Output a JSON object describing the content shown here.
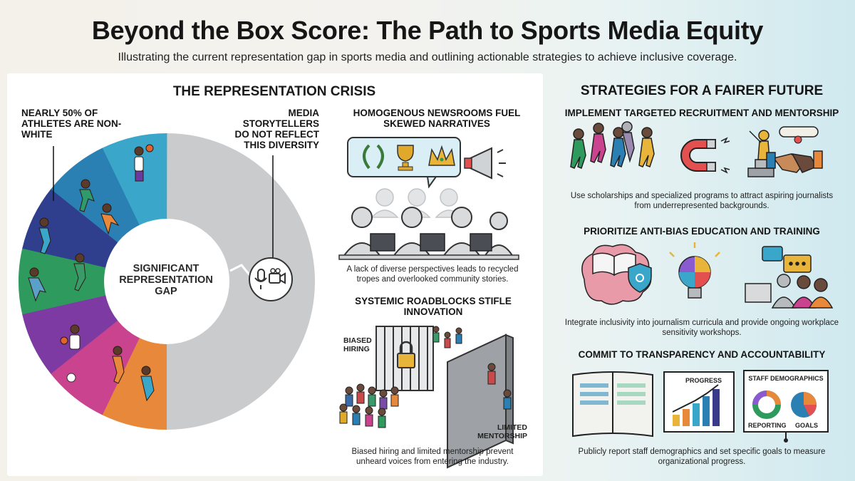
{
  "header": {
    "title": "Beyond the Box Score: The Path to Sports Media Equity",
    "subtitle": "Illustrating the current representation gap in sports media and outlining actionable strategies to achieve inclusive coverage."
  },
  "crisis": {
    "heading": "THE REPRESENTATION CRISIS",
    "callout_athletes": "NEARLY 50% OF ATHLETES ARE NON-WHITE",
    "callout_storytellers": "MEDIA STORYTELLERS DO NOT REFLECT THIS DIVERSITY",
    "center_label": "SIGNIFICANT REPRESENTATION GAP",
    "newsrooms": {
      "heading": "HOMOGENOUS NEWSROOMS FUEL SKEWED NARRATIVES",
      "description": "A lack of diverse perspectives leads to recycled tropes and overlooked community stories."
    },
    "roadblocks": {
      "heading": "SYSTEMIC ROADBLOCKS STIFLE INNOVATION",
      "label_hiring": "BIASED HIRING",
      "label_mentorship": "LIMITED MENTORSHIP",
      "description": "Biased hiring and limited mentorship prevent unheard voices from entering the industry."
    }
  },
  "strategies": {
    "heading": "STRATEGIES FOR A FAIRER FUTURE",
    "items": [
      {
        "heading": "IMPLEMENT TARGETED RECRUITMENT AND MENTORSHIP",
        "description": "Use scholarships and specialized programs to attract aspiring journalists from underrepresented backgrounds."
      },
      {
        "heading": "PRIORITIZE ANTI-BIAS EDUCATION AND TRAINING",
        "description": "Integrate inclusivity into journalism curricula and provide ongoing workplace sensitivity workshops."
      },
      {
        "heading": "COMMIT TO TRANSPARENCY AND ACCOUNTABILITY",
        "description": "Publicly report staff demographics and set specific goals to measure organizational progress.",
        "label_progress": "PROGRESS",
        "label_demographics": "STAFF DEMOGRAPHICS",
        "label_reporting": "REPORTING",
        "label_goals": "GOALS"
      }
    ]
  },
  "chart_data": {
    "type": "pie",
    "categories": [
      "Non-white athletes",
      "Media storytellers"
    ],
    "values": [
      50,
      50
    ],
    "annotations": [
      "NEARLY 50% OF ATHLETES ARE NON-WHITE",
      "MEDIA STORYTELLERS DO NOT REFLECT THIS DIVERSITY"
    ],
    "center_label": "SIGNIFICANT REPRESENTATION GAP"
  },
  "colors": {
    "donut_gray": "#c9cbcd",
    "wedges": [
      "#e8883a",
      "#c9438f",
      "#7d3aa3",
      "#2e9a5e",
      "#2f3f8e",
      "#2a7fb3",
      "#3aa6c9"
    ]
  }
}
